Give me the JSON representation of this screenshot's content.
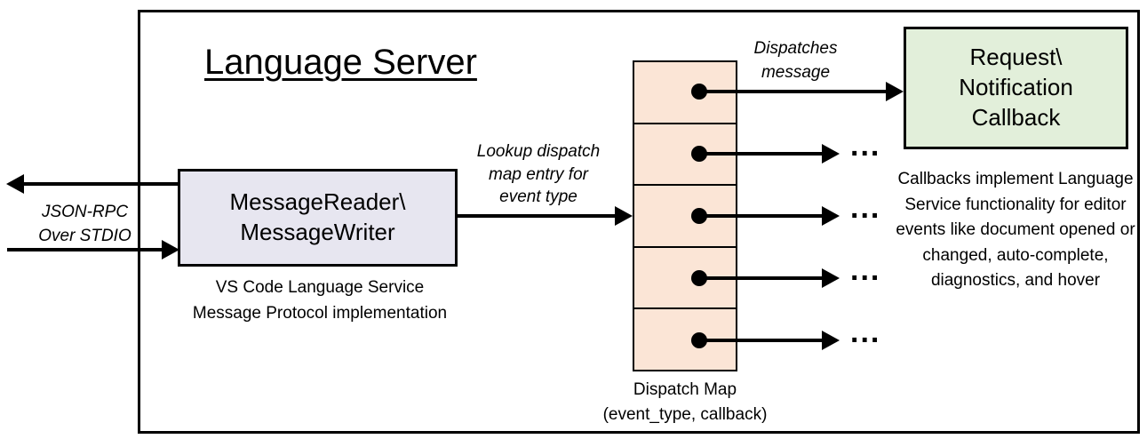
{
  "diagram": {
    "title": "Language Server",
    "stdio_label": {
      "line1": "JSON-RPC",
      "line2": "Over STDIO"
    },
    "message_box": {
      "line1": "MessageReader\\",
      "line2": "MessageWriter"
    },
    "message_caption": {
      "line1": "VS Code Language Service",
      "line2": "Message Protocol implementation"
    },
    "lookup_label": {
      "line1": "Lookup dispatch",
      "line2": "map entry for",
      "line3": "event type"
    },
    "dispatch_label": {
      "line1": "Dispatches",
      "line2": "message"
    },
    "callback_box": {
      "line1": "Request\\",
      "line2": "Notification",
      "line3": "Callback"
    },
    "callback_note": "Callbacks implement Language Service functionality for editor events like document opened or changed, auto-complete, diagnostics, and hover",
    "map_caption": {
      "line1": "Dispatch Map",
      "line2": "(event_type, callback)"
    },
    "ellipsis": "...",
    "colors": {
      "message_box_fill": "#e7e6f0",
      "dispatch_map_fill": "#fbe5d6",
      "callback_box_fill": "#e2efda",
      "line": "#000000"
    }
  }
}
